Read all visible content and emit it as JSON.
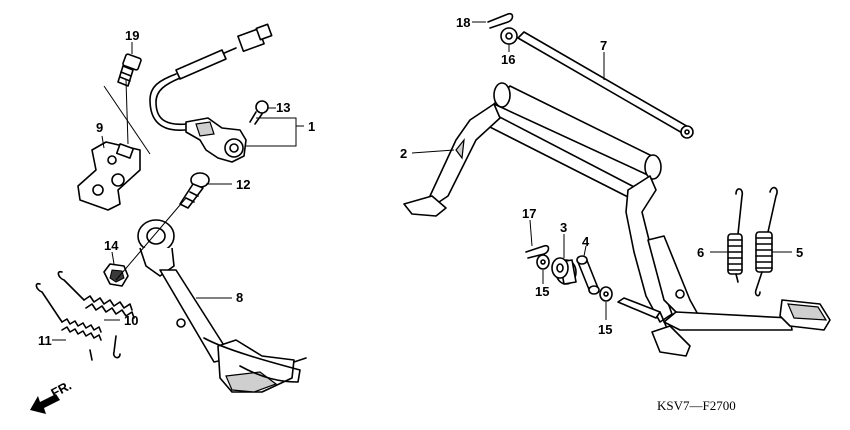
{
  "diagram": {
    "code": "KSV7—F2700",
    "front_label": "FR.",
    "callouts": [
      {
        "id": "c1",
        "label": "1"
      },
      {
        "id": "c2",
        "label": "2"
      },
      {
        "id": "c3",
        "label": "3"
      },
      {
        "id": "c4",
        "label": "4"
      },
      {
        "id": "c5",
        "label": "5"
      },
      {
        "id": "c6",
        "label": "6"
      },
      {
        "id": "c7",
        "label": "7"
      },
      {
        "id": "c8",
        "label": "8"
      },
      {
        "id": "c9",
        "label": "9"
      },
      {
        "id": "c10",
        "label": "10"
      },
      {
        "id": "c11",
        "label": "11"
      },
      {
        "id": "c12",
        "label": "12"
      },
      {
        "id": "c13",
        "label": "13"
      },
      {
        "id": "c14",
        "label": "14"
      },
      {
        "id": "c15a",
        "label": "15"
      },
      {
        "id": "c15b",
        "label": "15"
      },
      {
        "id": "c16",
        "label": "16"
      },
      {
        "id": "c17",
        "label": "17"
      },
      {
        "id": "c18",
        "label": "18"
      },
      {
        "id": "c19",
        "label": "19"
      }
    ]
  }
}
